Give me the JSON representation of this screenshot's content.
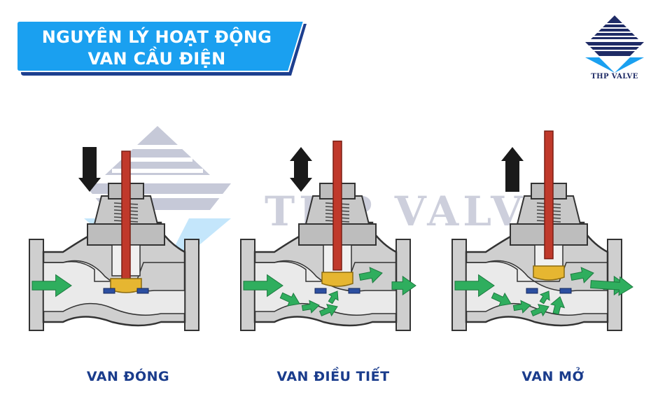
{
  "title": {
    "line1": "NGUYÊN LÝ HOẠT ĐỘNG",
    "line2": "VAN CẦU ĐIỆN",
    "bg_color": "#1aa0f0",
    "shadow_color": "#1d3f8f"
  },
  "logo": {
    "text": "THP VALVE",
    "color": "#1f2b66",
    "accent_color": "#1aa0f0"
  },
  "watermark": {
    "text": "THP VALVE"
  },
  "valves": [
    {
      "caption": "VAN ĐÓNG",
      "stem_direction": "down",
      "opening": 0.0,
      "flow_arrows": [
        "inlet-arrow"
      ]
    },
    {
      "caption": "VAN ĐIỀU TIẾT",
      "stem_direction": "up-down",
      "opening": 0.5,
      "flow_arrows": [
        "inlet-arrow",
        "internal-flow-arrows",
        "outlet-arrow"
      ]
    },
    {
      "caption": "VAN MỞ",
      "stem_direction": "up",
      "opening": 1.0,
      "flow_arrows": [
        "inlet-arrow",
        "internal-flow-arrows",
        "outlet-arrow"
      ]
    }
  ],
  "colors": {
    "body": "#cfcfcf",
    "outline": "#333333",
    "stem": "#c0392b",
    "plug": "#e6b631",
    "seat": "#2c4fa0",
    "flow_arrow": "#2fae5e",
    "caption": "#1a3c8c"
  }
}
